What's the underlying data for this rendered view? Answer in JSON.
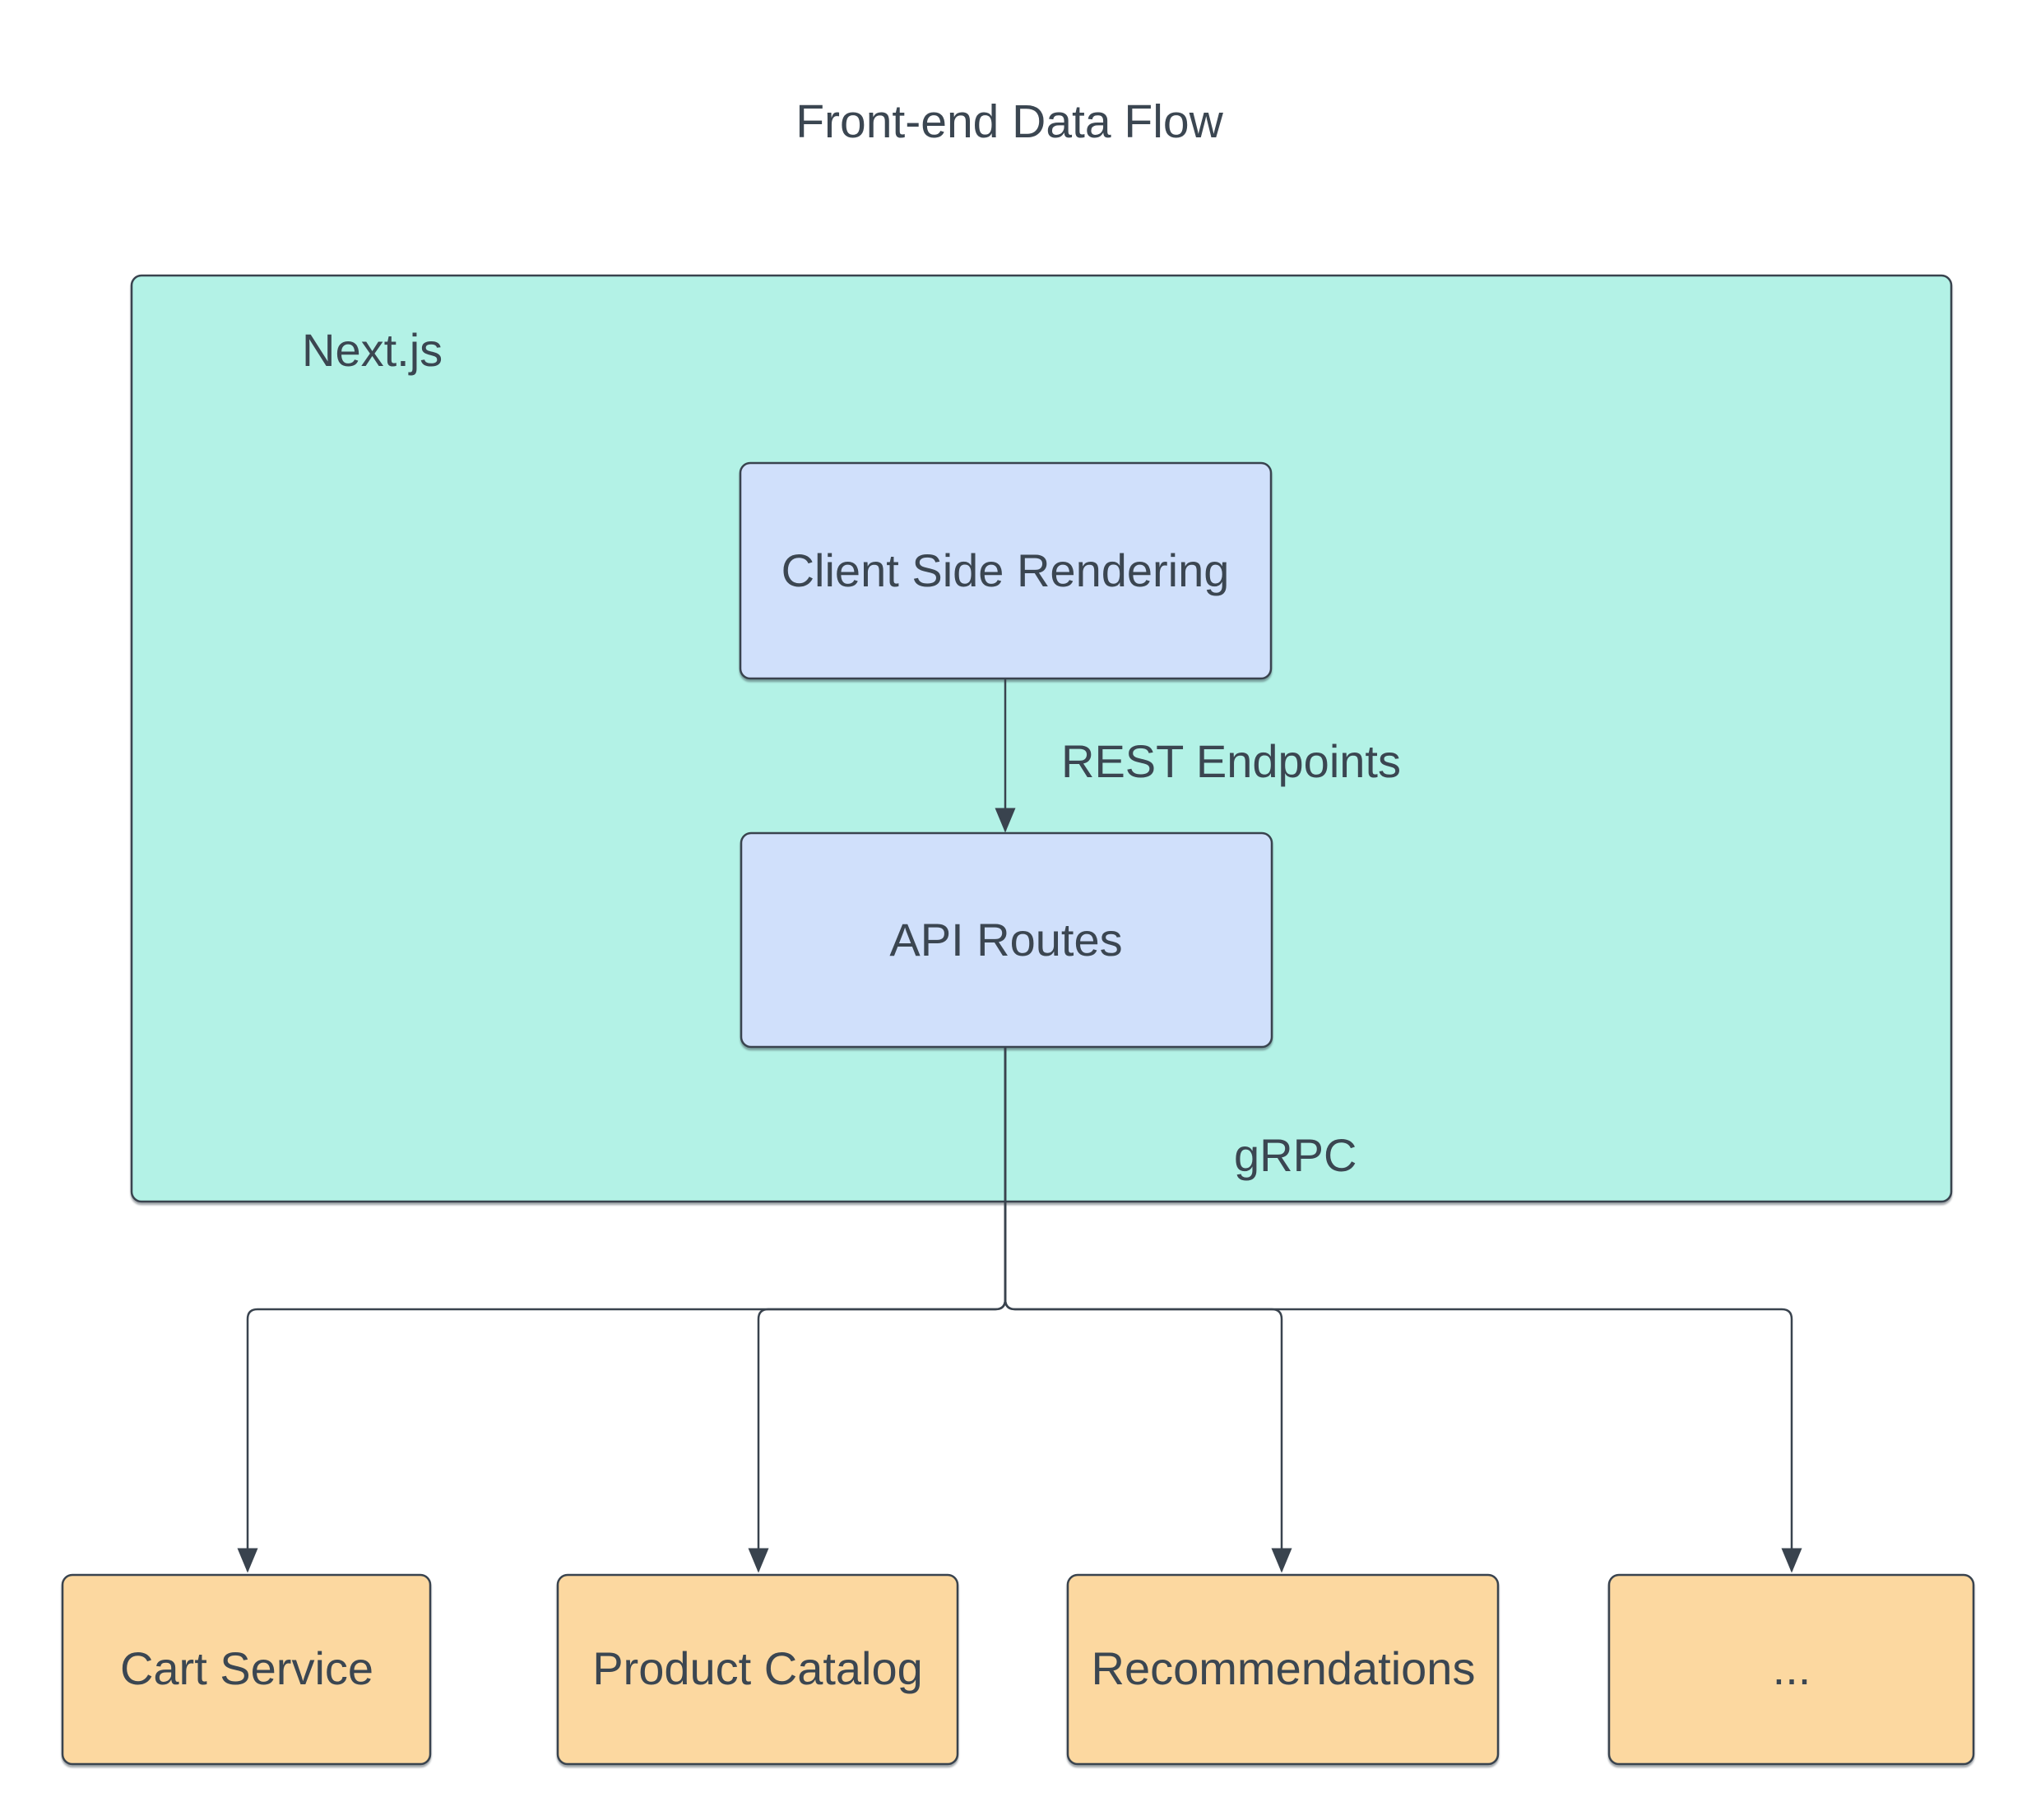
{
  "diagram": {
    "title": "Front-end Data Flow",
    "container": {
      "label": "Next.js"
    },
    "nodes": {
      "client_side_rendering": {
        "label": "Client Side Rendering"
      },
      "api_routes": {
        "label": "API Routes"
      }
    },
    "edges": {
      "rest": {
        "label": "REST Endpoints"
      },
      "grpc": {
        "label": "gRPC"
      }
    },
    "services": [
      {
        "label": "Cart Service"
      },
      {
        "label": "Product Catalog"
      },
      {
        "label": "Recommendations"
      },
      {
        "label": "..."
      }
    ],
    "colors": {
      "background": "#ffffff",
      "container_fill": "#b3f2e6",
      "node_fill": "#d0e0fb",
      "service_fill": "#fcd8a0",
      "stroke": "#39434e",
      "text": "#3b4651"
    }
  }
}
